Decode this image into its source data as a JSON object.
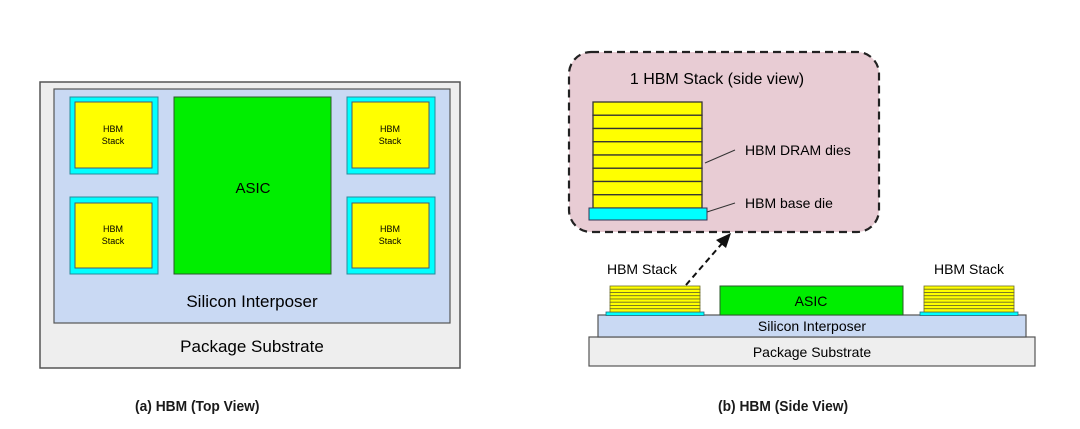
{
  "top_view": {
    "package_substrate": "Package Substrate",
    "silicon_interposer": "Silicon Interposer",
    "asic": "ASIC",
    "hbm_stacks": [
      {
        "line1": "HBM",
        "line2": "Stack"
      },
      {
        "line1": "HBM",
        "line2": "Stack"
      },
      {
        "line1": "HBM",
        "line2": "Stack"
      },
      {
        "line1": "HBM",
        "line2": "Stack"
      }
    ],
    "caption": "(a) HBM (Top View)"
  },
  "side_view": {
    "callout_title": "1 HBM Stack (side view)",
    "dram_dies_label": "HBM DRAM dies",
    "base_die_label": "HBM base die",
    "dram_die_count": 8,
    "left_stack_label": "HBM Stack",
    "right_stack_label": "HBM Stack",
    "asic": "ASIC",
    "silicon_interposer": "Silicon Interposer",
    "package_substrate": "Package Substrate",
    "caption": "(b) HBM (Side View)"
  },
  "colors": {
    "substrate": "#eeeeee",
    "interposer": "#c9d9f3",
    "asic": "#00ee00",
    "hbm_die": "#ffff00",
    "hbm_base": "#00ffff",
    "callout_bg": "#e8ccd4",
    "outline": "#555555"
  }
}
